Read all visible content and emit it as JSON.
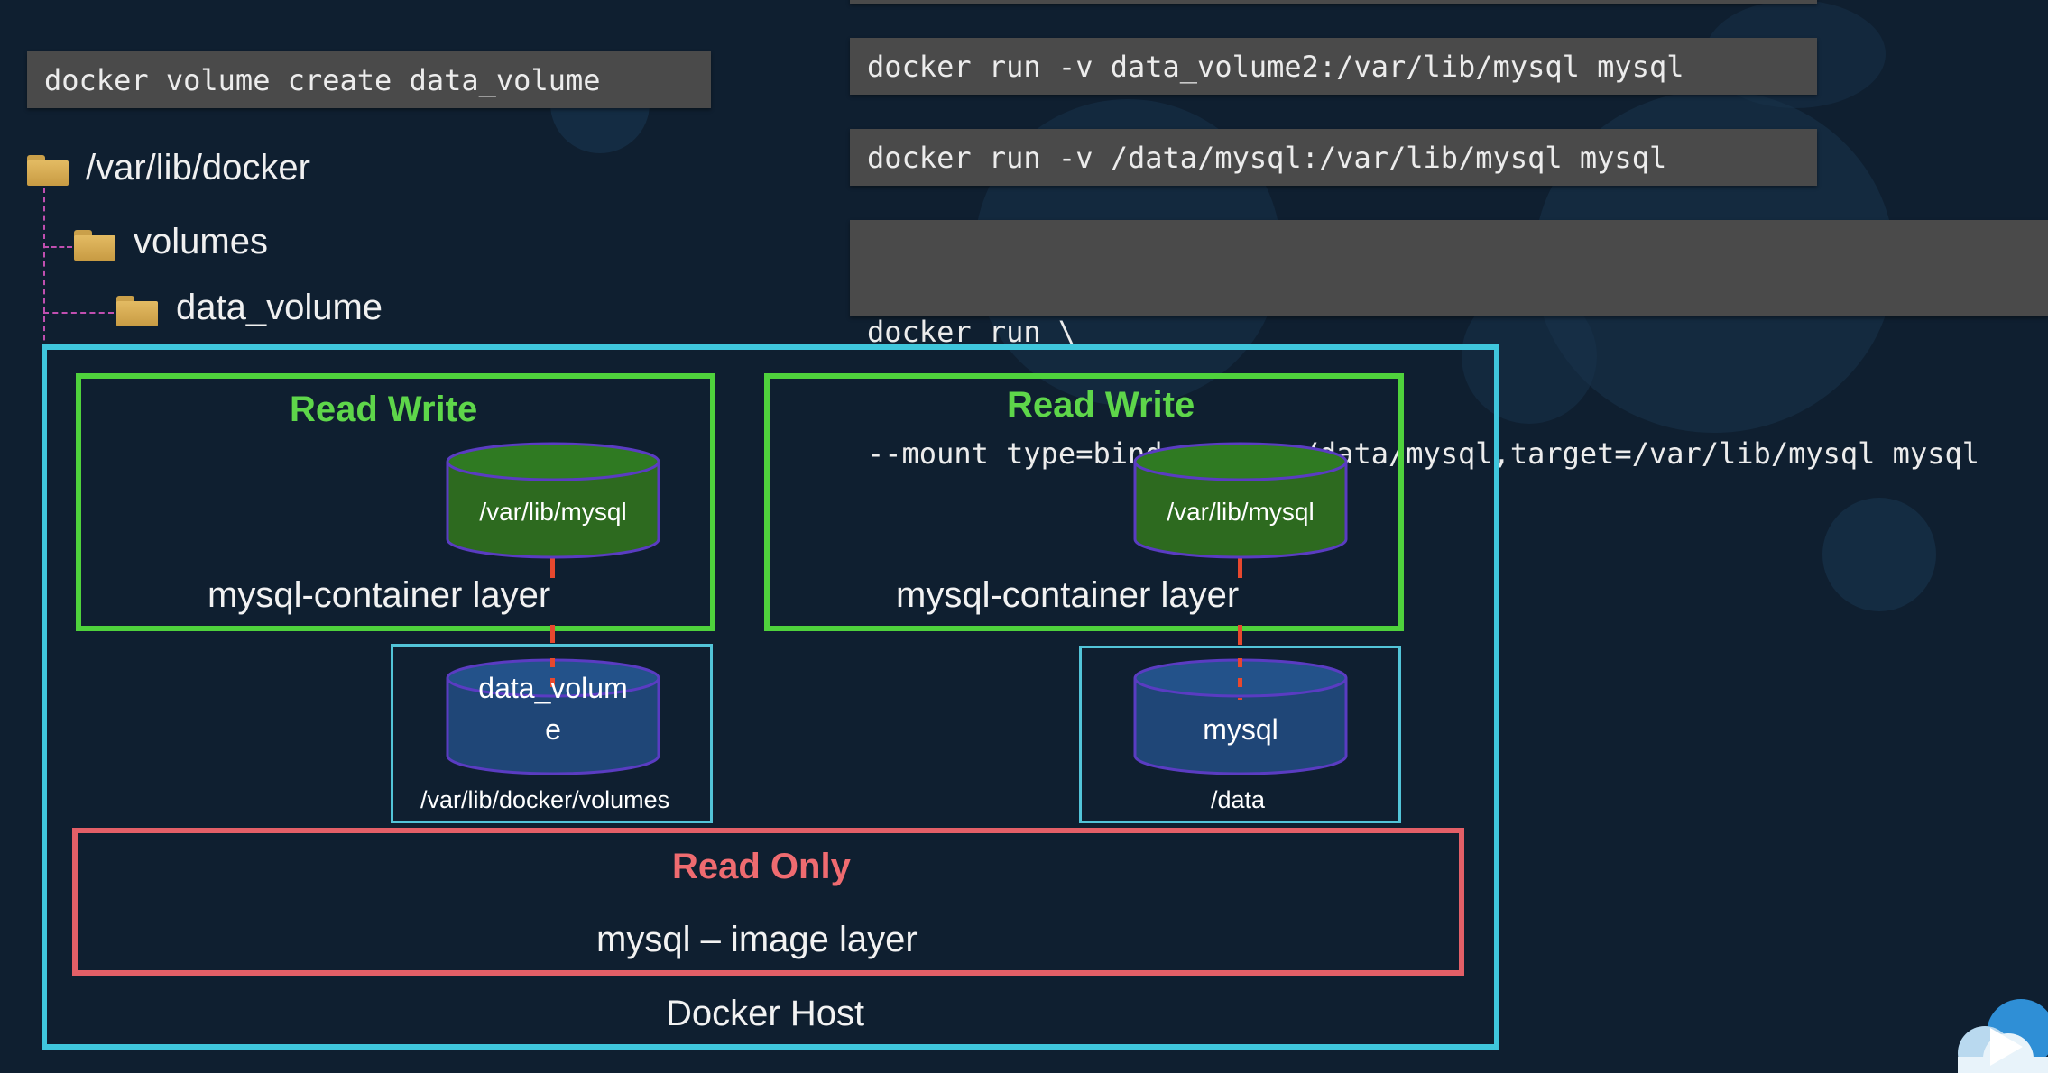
{
  "commands": {
    "create_volume": "docker volume create data_volume",
    "run_volume": "docker run -v data_volume2:/var/lib/mysql mysql",
    "run_bind": "docker run -v /data/mysql:/var/lib/mysql mysql",
    "mount_line1": "docker run \\",
    "mount_line2": "--mount type=bind,source=/data/mysql,target=/var/lib/mysql mysql"
  },
  "tree": {
    "root": "/var/lib/docker",
    "child": "volumes",
    "grandchild": "data_volume"
  },
  "diagram": {
    "host_label": "Docker Host",
    "left": {
      "rw_heading": "Read Write",
      "cylinder_label": "/var/lib/mysql",
      "layer_label": "mysql-container layer",
      "volume_line1": "data_volum",
      "volume_line2": "e",
      "volume_path": "/var/lib/docker/volumes"
    },
    "right": {
      "rw_heading": "Read Write",
      "cylinder_label": "/var/lib/mysql",
      "layer_label": "mysql-container layer",
      "volume_name": "mysql",
      "volume_path": "/data"
    },
    "readonly": {
      "heading": "Read Only",
      "layer_label": "mysql – image layer"
    }
  },
  "colors": {
    "background": "#0f1f30",
    "host_border": "#3fc6dc",
    "read_write": "#4fd23c",
    "read_only": "#e35f67",
    "container_cylinder": "#2d6a1f",
    "volume_cylinder": "#1f4677",
    "connector": "#e7482e"
  },
  "icons": [
    "folder-icon",
    "play-icon",
    "cloud-icon"
  ]
}
